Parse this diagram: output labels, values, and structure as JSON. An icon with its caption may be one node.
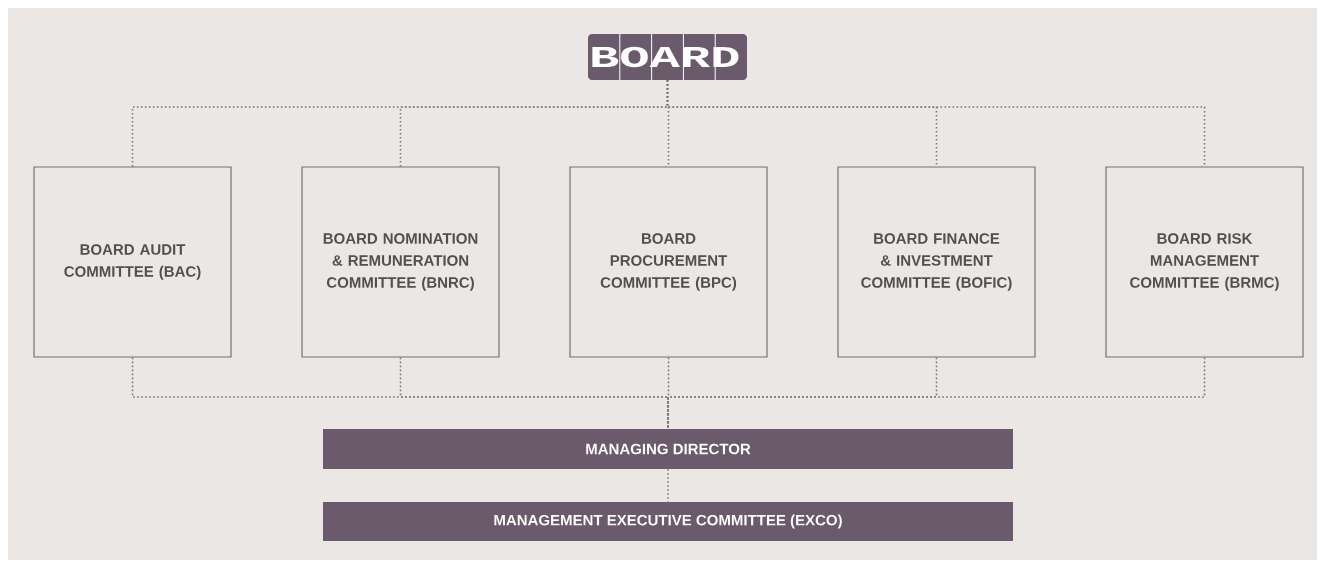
{
  "diagram": {
    "nodes": [
      {
        "text": [
          "BOARD"
        ]
      },
      {
        "text": [
          "BOARD AUDIT COMMITTEE (BAC)"
        ]
      },
      {
        "text": [
          "BOARD NOMINATION & REMUNERATION COMMITTEE (BNRC)"
        ]
      },
      {
        "text": [
          "BOARD PROCUREMENT COMMITTEE (BPC)"
        ]
      },
      {
        "text": [
          "BOARD FINANCE & INVESTMENT COMMITTEE (BOFIC)"
        ]
      },
      {
        "text": [
          "BOARD RISK MANAGEMENT COMMITTEE (BRMC)"
        ]
      },
      {
        "text": [
          "MANAGING DIRECTOR"
        ]
      },
      {
        "text": [
          "MANAGEMENT EXECUTIVE COMMITTEE (EXCO)"
        ]
      }
    ],
    "edges": [
      {
        "from": 0,
        "to": 1,
        "arrow": "none"
      },
      {
        "from": 0,
        "to": 2,
        "arrow": "none"
      },
      {
        "from": 0,
        "to": 3,
        "arrow": "none"
      },
      {
        "from": 0,
        "to": 4,
        "arrow": "none"
      },
      {
        "from": 0,
        "to": 5,
        "arrow": "none"
      },
      {
        "from": 1,
        "to": 6,
        "arrow": "none"
      },
      {
        "from": 2,
        "to": 6,
        "arrow": "none"
      },
      {
        "from": 3,
        "to": 6,
        "arrow": "none"
      },
      {
        "from": 4,
        "to": 6,
        "arrow": "none"
      },
      {
        "from": 5,
        "to": 6,
        "arrow": "none"
      },
      {
        "from": 6,
        "to": 7,
        "arrow": "none"
      }
    ]
  }
}
